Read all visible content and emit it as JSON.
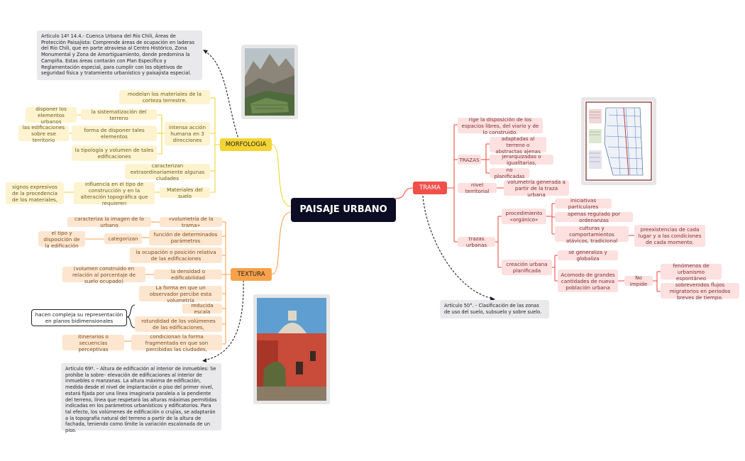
{
  "central": "PAISAJE URBANO",
  "branches": {
    "morfologia": "MORFOLOGIA",
    "textura": "TEXTURA",
    "trama": "TRAMA"
  },
  "colors": {
    "morfologia": "#f3d433",
    "textura": "#f7a24a",
    "trama": "#f0504a",
    "central": "#0c0c24"
  },
  "morfologia": {
    "modelan": "modelan los materiales de la corteza terrestre.",
    "intensa": "intensa acción humana en 3 direcciones",
    "sistematizacion": "la sistematización del terreno",
    "disponer": "disponer los elementos urbanos",
    "forma": "forma de disponer tales elementos",
    "edificaciones": "las edificaciones sobre ese territorio",
    "tipologia": "la tipología y volumen de tales edificaciones",
    "caracterizan": "caracterizan extraordinariamente algunas ciudades",
    "materiales": "Materiales del suelo",
    "influencia": "influencia en el tipo de construcción y en la alteración topográfica que requieren",
    "signos": "signos expresivos de la procedencia de los materiales,",
    "articulo": "Articulo 14º 14.4.- Cuenca Urbana del Río Chili, Áreas de Protección Paisajista: Comprende áreas de ocupación en laderas del Río Chili, que en parte atraviesa al Centro Histórico, Zona Monumental y Zona de Amortiguamiento, donde predomina la Campiña. Estas áreas contarán con Plan Específico y Reglamentación especial, para cumplir con los objetivos de seguridad física y tratamiento urbanístico y paisajista especial."
  },
  "textura": {
    "volumetria": "«volumetría de la trama»",
    "caracteriza": "caracteriza la imagen de lo urbano",
    "funcion": "función de determinados parámetros",
    "categorizan": "categorizan",
    "tipo": "el tipo y disposición de la edificación",
    "ocupacion": "la ocupación o posición relativa de las edificaciones",
    "densidad": "la densidad o edificabilidad",
    "volumen": "(volumen construido en relación al porcentaje de suelo ocupado)",
    "forma": "La forma en que un observador percibe esta volumetría",
    "escala": "reducida escala",
    "rotundidad": "rotundidad de los volúmenes de las edificaciones,",
    "compleja": "hacen compleja su representación en planos bidimensionales",
    "condicionan": "condicionan la forma fragmentada en que son percibidas las ciudades,",
    "itinerarios": "itinerarios o secuencias perceptivas",
    "articulo": "Artículo 69º. – Altura de edificación al interior de inmuebles: Se prohíbe la sobre– elevación de edificaciones al interior de inmuebles o manzanas. La altura máxima de edificación, medida desde el nivel de implantación o piso del primer nivel, estará fijada por una línea imaginaria paralela a la pendiente del terreno, línea que respetará las alturas máximas permitidas indicadas en los parámetros urbanísticos y edificatorios. Para tal efecto, los volúmenes de edificación o crujías, se adaptarán a la topografía natural del terreno a partir de la altura de fachada, teniendo como límite la variación escalonada de un piso."
  },
  "trama": {
    "rige": "rige la disposición de los espacios libres, del viario y de lo construido.",
    "trazas": "TRAZAS",
    "adaptadas": "adaptadas al terreno o abstractas ajenas",
    "jerarquizadas": "jerarquizadas o igualitarias,",
    "noplanificadas": "no planificadas",
    "nivel": "nivel territorial",
    "volumetria": "volumetría generada a partir de la traza urbana",
    "trazasurbanas": "trazas urbanas",
    "procedimiento": "procedimiento «orgánico»",
    "iniciativas": "iniciativas particulares",
    "apenas": "apenas regulado por ordenanzas",
    "culturas": "culturas y comportamientos atávicos, tradicional",
    "preexistencias": "preexistencias de cada lugar y a las condiciones de cada momento.",
    "creacion": "creación urbana planificada",
    "generaliza": "se generaliza y globaliza",
    "acomodo": "Acomodo de grandes cantidades de nueva población urbana",
    "noimpide": "No impide",
    "fenomenos": "fenómenos de urbanismo espontáneo",
    "sobrevenidos": "sobrevenidos flujos migratorios en periodos breves de tiempo.",
    "articulo": "Artículo 50°. - Clasificación de las zonas de uso del suelo, subsuelo y sobre suelo."
  }
}
